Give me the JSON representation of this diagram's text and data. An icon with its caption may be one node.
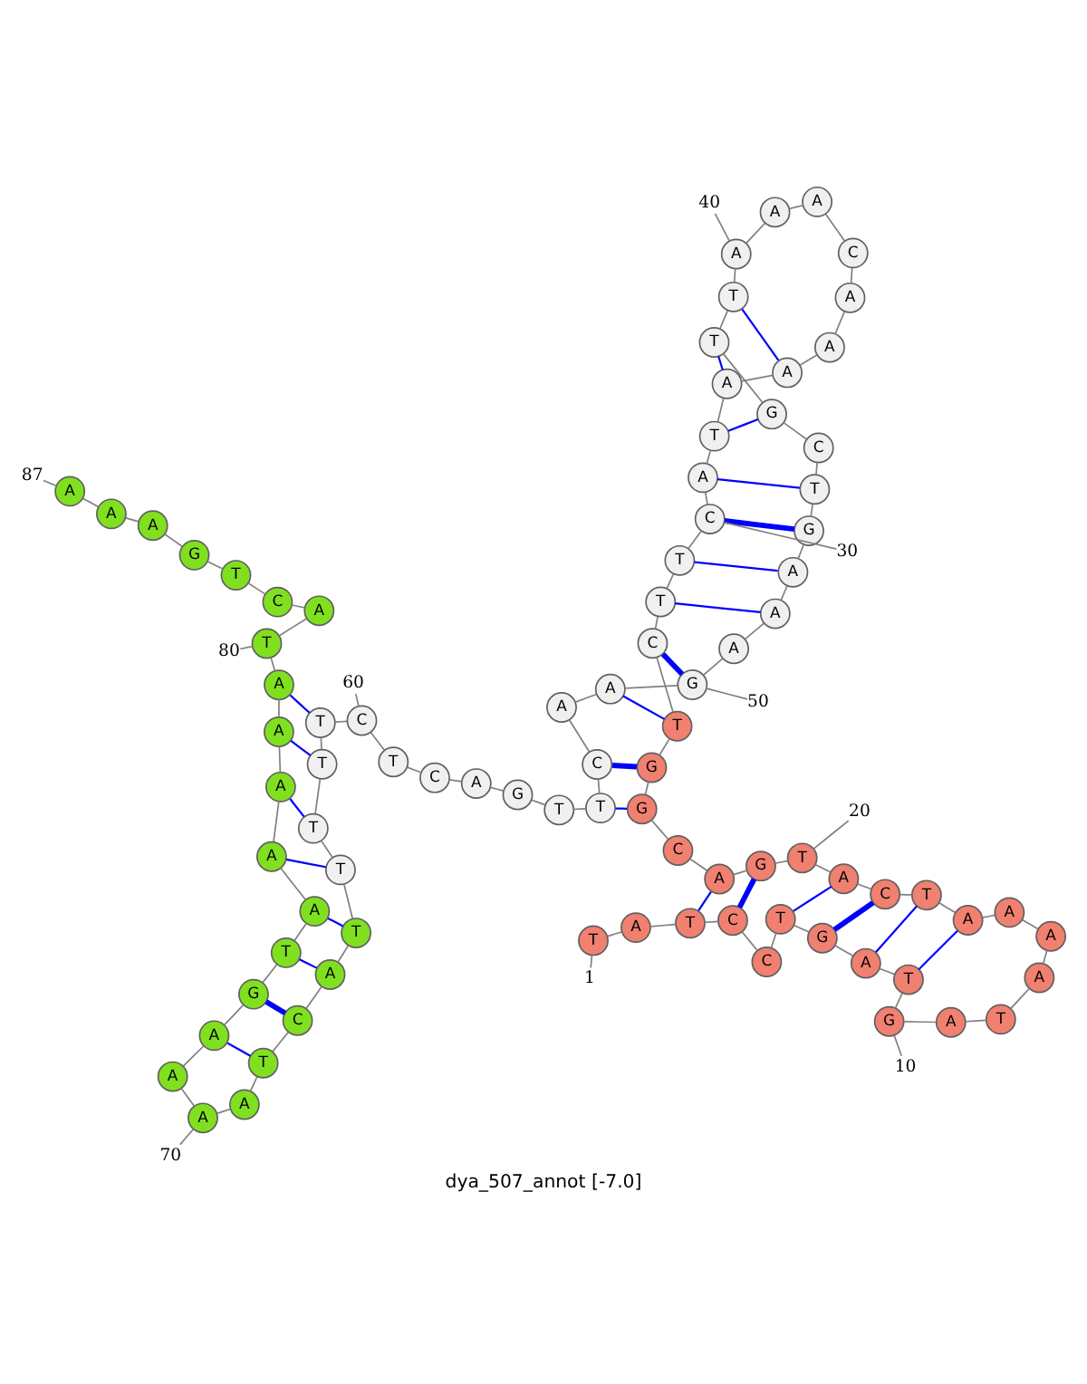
{
  "diagram": {
    "caption": "dya_507_annot [-7.0]",
    "nodes": [
      {
        "text": [
          "T"
        ]
      },
      {
        "text": [
          "A"
        ]
      },
      {
        "text": [
          "T"
        ]
      },
      {
        "text": [
          "C"
        ]
      },
      {
        "text": [
          "C"
        ]
      },
      {
        "text": [
          "T"
        ]
      },
      {
        "text": [
          "G"
        ]
      },
      {
        "text": [
          "A"
        ]
      },
      {
        "text": [
          "T"
        ]
      },
      {
        "text": [
          "G"
        ]
      },
      {
        "text": [
          "A"
        ]
      },
      {
        "text": [
          "T"
        ]
      },
      {
        "text": [
          "A"
        ]
      },
      {
        "text": [
          "A"
        ]
      },
      {
        "text": [
          "A"
        ]
      },
      {
        "text": [
          "A"
        ]
      },
      {
        "text": [
          "T"
        ]
      },
      {
        "text": [
          "C"
        ]
      },
      {
        "text": [
          "A"
        ]
      },
      {
        "text": [
          "T"
        ]
      },
      {
        "text": [
          "G"
        ]
      },
      {
        "text": [
          "A"
        ]
      },
      {
        "text": [
          "C"
        ]
      },
      {
        "text": [
          "G"
        ]
      },
      {
        "text": [
          "G"
        ]
      },
      {
        "text": [
          "T"
        ]
      },
      {
        "text": [
          "C"
        ]
      },
      {
        "text": [
          "T"
        ]
      },
      {
        "text": [
          "T"
        ]
      },
      {
        "text": [
          "C"
        ]
      },
      {
        "text": [
          "A"
        ]
      },
      {
        "text": [
          "T"
        ]
      },
      {
        "text": [
          "A"
        ]
      },
      {
        "text": [
          "A"
        ]
      },
      {
        "text": [
          "A"
        ]
      },
      {
        "text": [
          "A"
        ]
      },
      {
        "text": [
          "C"
        ]
      },
      {
        "text": [
          "A"
        ]
      },
      {
        "text": [
          "A"
        ]
      },
      {
        "text": [
          "A"
        ]
      },
      {
        "text": [
          "T"
        ]
      },
      {
        "text": [
          "T"
        ]
      },
      {
        "text": [
          "G"
        ]
      },
      {
        "text": [
          "C"
        ]
      },
      {
        "text": [
          "T"
        ]
      },
      {
        "text": [
          "G"
        ]
      },
      {
        "text": [
          "A"
        ]
      },
      {
        "text": [
          "A"
        ]
      },
      {
        "text": [
          "A"
        ]
      },
      {
        "text": [
          "G"
        ]
      },
      {
        "text": [
          "A"
        ]
      },
      {
        "text": [
          "A"
        ]
      },
      {
        "text": [
          "C"
        ]
      },
      {
        "text": [
          "T"
        ]
      },
      {
        "text": [
          "T"
        ]
      },
      {
        "text": [
          "G"
        ]
      },
      {
        "text": [
          "A"
        ]
      },
      {
        "text": [
          "C"
        ]
      },
      {
        "text": [
          "T"
        ]
      },
      {
        "text": [
          "C"
        ]
      },
      {
        "text": [
          "T"
        ]
      },
      {
        "text": [
          "T"
        ]
      },
      {
        "text": [
          "T"
        ]
      },
      {
        "text": [
          "T"
        ]
      },
      {
        "text": [
          "T"
        ]
      },
      {
        "text": [
          "A"
        ]
      },
      {
        "text": [
          "C"
        ]
      },
      {
        "text": [
          "T"
        ]
      },
      {
        "text": [
          "A"
        ]
      },
      {
        "text": [
          "A"
        ]
      },
      {
        "text": [
          "A"
        ]
      },
      {
        "text": [
          "A"
        ]
      },
      {
        "text": [
          "G"
        ]
      },
      {
        "text": [
          "T"
        ]
      },
      {
        "text": [
          "A"
        ]
      },
      {
        "text": [
          "A"
        ]
      },
      {
        "text": [
          "A"
        ]
      },
      {
        "text": [
          "A"
        ]
      },
      {
        "text": [
          "A"
        ]
      },
      {
        "text": [
          "T"
        ]
      },
      {
        "text": [
          "A"
        ]
      },
      {
        "text": [
          "C"
        ]
      },
      {
        "text": [
          "T"
        ]
      },
      {
        "text": [
          "G"
        ]
      },
      {
        "text": [
          "A"
        ]
      },
      {
        "text": [
          "A"
        ]
      },
      {
        "text": [
          "A"
        ]
      },
      {
        "text": [
          "1"
        ]
      },
      {
        "text": [
          "10"
        ]
      },
      {
        "text": [
          "20"
        ]
      },
      {
        "text": [
          "30"
        ]
      },
      {
        "text": [
          "40"
        ]
      },
      {
        "text": [
          "50"
        ]
      },
      {
        "text": [
          "60"
        ]
      },
      {
        "text": [
          "70"
        ]
      },
      {
        "text": [
          "80"
        ]
      },
      {
        "text": [
          "87"
        ]
      }
    ],
    "edges": [
      {
        "from": 0,
        "to": 1,
        "arrow": "none"
      },
      {
        "from": 1,
        "to": 2,
        "arrow": "none"
      },
      {
        "from": 2,
        "to": 3,
        "arrow": "none"
      },
      {
        "from": 3,
        "to": 4,
        "arrow": "none"
      },
      {
        "from": 4,
        "to": 5,
        "arrow": "none"
      },
      {
        "from": 5,
        "to": 6,
        "arrow": "none"
      },
      {
        "from": 6,
        "to": 7,
        "arrow": "none"
      },
      {
        "from": 7,
        "to": 8,
        "arrow": "none"
      },
      {
        "from": 8,
        "to": 9,
        "arrow": "none"
      },
      {
        "from": 9,
        "to": 10,
        "arrow": "none"
      },
      {
        "from": 10,
        "to": 11,
        "arrow": "none"
      },
      {
        "from": 11,
        "to": 12,
        "arrow": "none"
      },
      {
        "from": 12,
        "to": 13,
        "arrow": "none"
      },
      {
        "from": 13,
        "to": 14,
        "arrow": "none"
      },
      {
        "from": 14,
        "to": 15,
        "arrow": "none"
      },
      {
        "from": 15,
        "to": 16,
        "arrow": "none"
      },
      {
        "from": 16,
        "to": 17,
        "arrow": "none"
      },
      {
        "from": 17,
        "to": 18,
        "arrow": "none"
      },
      {
        "from": 18,
        "to": 19,
        "arrow": "none"
      },
      {
        "from": 19,
        "to": 20,
        "arrow": "none"
      },
      {
        "from": 20,
        "to": 21,
        "arrow": "none"
      },
      {
        "from": 21,
        "to": 22,
        "arrow": "none"
      },
      {
        "from": 22,
        "to": 23,
        "arrow": "none"
      },
      {
        "from": 23,
        "to": 24,
        "arrow": "none"
      },
      {
        "from": 24,
        "to": 25,
        "arrow": "none"
      },
      {
        "from": 25,
        "to": 26,
        "arrow": "none"
      },
      {
        "from": 26,
        "to": 27,
        "arrow": "none"
      },
      {
        "from": 27,
        "to": 28,
        "arrow": "none"
      },
      {
        "from": 28,
        "to": 29,
        "arrow": "none"
      },
      {
        "from": 29,
        "to": 30,
        "arrow": "none"
      },
      {
        "from": 30,
        "to": 31,
        "arrow": "none"
      },
      {
        "from": 31,
        "to": 32,
        "arrow": "none"
      },
      {
        "from": 32,
        "to": 33,
        "arrow": "none"
      },
      {
        "from": 33,
        "to": 34,
        "arrow": "none"
      },
      {
        "from": 34,
        "to": 35,
        "arrow": "none"
      },
      {
        "from": 35,
        "to": 36,
        "arrow": "none"
      },
      {
        "from": 36,
        "to": 37,
        "arrow": "none"
      },
      {
        "from": 37,
        "to": 38,
        "arrow": "none"
      },
      {
        "from": 38,
        "to": 39,
        "arrow": "none"
      },
      {
        "from": 39,
        "to": 40,
        "arrow": "none"
      },
      {
        "from": 40,
        "to": 41,
        "arrow": "none"
      },
      {
        "from": 41,
        "to": 42,
        "arrow": "none"
      },
      {
        "from": 42,
        "to": 43,
        "arrow": "none"
      },
      {
        "from": 43,
        "to": 44,
        "arrow": "none"
      },
      {
        "from": 44,
        "to": 45,
        "arrow": "none"
      },
      {
        "from": 45,
        "to": 46,
        "arrow": "none"
      },
      {
        "from": 46,
        "to": 47,
        "arrow": "none"
      },
      {
        "from": 47,
        "to": 48,
        "arrow": "none"
      },
      {
        "from": 48,
        "to": 49,
        "arrow": "none"
      },
      {
        "from": 49,
        "to": 50,
        "arrow": "none"
      },
      {
        "from": 50,
        "to": 51,
        "arrow": "none"
      },
      {
        "from": 51,
        "to": 52,
        "arrow": "none"
      },
      {
        "from": 52,
        "to": 53,
        "arrow": "none"
      },
      {
        "from": 53,
        "to": 54,
        "arrow": "none"
      },
      {
        "from": 54,
        "to": 55,
        "arrow": "none"
      },
      {
        "from": 55,
        "to": 56,
        "arrow": "none"
      },
      {
        "from": 56,
        "to": 57,
        "arrow": "none"
      },
      {
        "from": 57,
        "to": 58,
        "arrow": "none"
      },
      {
        "from": 58,
        "to": 59,
        "arrow": "none"
      },
      {
        "from": 59,
        "to": 60,
        "arrow": "none"
      },
      {
        "from": 60,
        "to": 61,
        "arrow": "none"
      },
      {
        "from": 61,
        "to": 62,
        "arrow": "none"
      },
      {
        "from": 62,
        "to": 63,
        "arrow": "none"
      },
      {
        "from": 63,
        "to": 64,
        "arrow": "none"
      },
      {
        "from": 64,
        "to": 65,
        "arrow": "none"
      },
      {
        "from": 65,
        "to": 66,
        "arrow": "none"
      },
      {
        "from": 66,
        "to": 67,
        "arrow": "none"
      },
      {
        "from": 67,
        "to": 68,
        "arrow": "none"
      },
      {
        "from": 68,
        "to": 69,
        "arrow": "none"
      },
      {
        "from": 69,
        "to": 70,
        "arrow": "none"
      },
      {
        "from": 70,
        "to": 71,
        "arrow": "none"
      },
      {
        "from": 71,
        "to": 72,
        "arrow": "none"
      },
      {
        "from": 72,
        "to": 73,
        "arrow": "none"
      },
      {
        "from": 73,
        "to": 74,
        "arrow": "none"
      },
      {
        "from": 74,
        "to": 75,
        "arrow": "none"
      },
      {
        "from": 75,
        "to": 76,
        "arrow": "none"
      },
      {
        "from": 76,
        "to": 77,
        "arrow": "none"
      },
      {
        "from": 77,
        "to": 78,
        "arrow": "none"
      },
      {
        "from": 78,
        "to": 79,
        "arrow": "none"
      },
      {
        "from": 79,
        "to": 80,
        "arrow": "none"
      },
      {
        "from": 80,
        "to": 81,
        "arrow": "none"
      },
      {
        "from": 81,
        "to": 82,
        "arrow": "none"
      },
      {
        "from": 82,
        "to": 83,
        "arrow": "none"
      },
      {
        "from": 83,
        "to": 84,
        "arrow": "none"
      },
      {
        "from": 84,
        "to": 85,
        "arrow": "none"
      },
      {
        "from": 85,
        "to": 86,
        "arrow": "none"
      },
      {
        "from": 2,
        "to": 21,
        "arrow": "none",
        "color": "#0000ff"
      },
      {
        "from": 3,
        "to": 20,
        "arrow": "none",
        "color": "#0000ff",
        "style": "thick"
      },
      {
        "from": 5,
        "to": 18,
        "arrow": "none",
        "color": "#0000ff"
      },
      {
        "from": 6,
        "to": 17,
        "arrow": "none",
        "color": "#0000ff",
        "style": "thick"
      },
      {
        "from": 7,
        "to": 16,
        "arrow": "none",
        "color": "#0000ff"
      },
      {
        "from": 8,
        "to": 15,
        "arrow": "none",
        "color": "#0000ff"
      },
      {
        "from": 23,
        "to": 53,
        "arrow": "none",
        "color": "#0000ff"
      },
      {
        "from": 24,
        "to": 52,
        "arrow": "none",
        "color": "#0000ff",
        "style": "thick"
      },
      {
        "from": 25,
        "to": 50,
        "arrow": "none",
        "color": "#0000ff"
      },
      {
        "from": 26,
        "to": 49,
        "arrow": "none",
        "color": "#0000ff",
        "style": "thick"
      },
      {
        "from": 27,
        "to": 47,
        "arrow": "none",
        "color": "#0000ff"
      },
      {
        "from": 28,
        "to": 46,
        "arrow": "none",
        "color": "#0000ff"
      },
      {
        "from": 29,
        "to": 45,
        "arrow": "none",
        "color": "#0000ff",
        "style": "thick"
      },
      {
        "from": 30,
        "to": 44,
        "arrow": "none",
        "color": "#0000ff"
      },
      {
        "from": 31,
        "to": 42,
        "arrow": "none",
        "color": "#0000ff"
      },
      {
        "from": 32,
        "to": 41,
        "arrow": "none",
        "color": "#0000ff"
      },
      {
        "from": 33,
        "to": 40,
        "arrow": "none",
        "color": "#0000ff"
      },
      {
        "from": 60,
        "to": 78,
        "arrow": "none",
        "color": "#0000ff"
      },
      {
        "from": 61,
        "to": 77,
        "arrow": "none",
        "color": "#0000ff"
      },
      {
        "from": 62,
        "to": 76,
        "arrow": "none",
        "color": "#0000ff"
      },
      {
        "from": 63,
        "to": 75,
        "arrow": "none",
        "color": "#0000ff"
      },
      {
        "from": 64,
        "to": 74,
        "arrow": "none",
        "color": "#0000ff"
      },
      {
        "from": 65,
        "to": 73,
        "arrow": "none",
        "color": "#0000ff"
      },
      {
        "from": 66,
        "to": 72,
        "arrow": "none",
        "color": "#0000ff",
        "style": "thick"
      },
      {
        "from": 67,
        "to": 71,
        "arrow": "none",
        "color": "#0000ff"
      },
      {
        "from": 87,
        "to": 0,
        "arrow": "none"
      },
      {
        "from": 88,
        "to": 9,
        "arrow": "none"
      },
      {
        "from": 89,
        "to": 19,
        "arrow": "none"
      },
      {
        "from": 90,
        "to": 29,
        "arrow": "none"
      },
      {
        "from": 91,
        "to": 39,
        "arrow": "none"
      },
      {
        "from": 92,
        "to": 49,
        "arrow": "none"
      },
      {
        "from": 93,
        "to": 59,
        "arrow": "none"
      },
      {
        "from": 94,
        "to": 69,
        "arrow": "none"
      },
      {
        "from": 95,
        "to": 79,
        "arrow": "none"
      },
      {
        "from": 96,
        "to": 86,
        "arrow": "none"
      }
    ]
  }
}
